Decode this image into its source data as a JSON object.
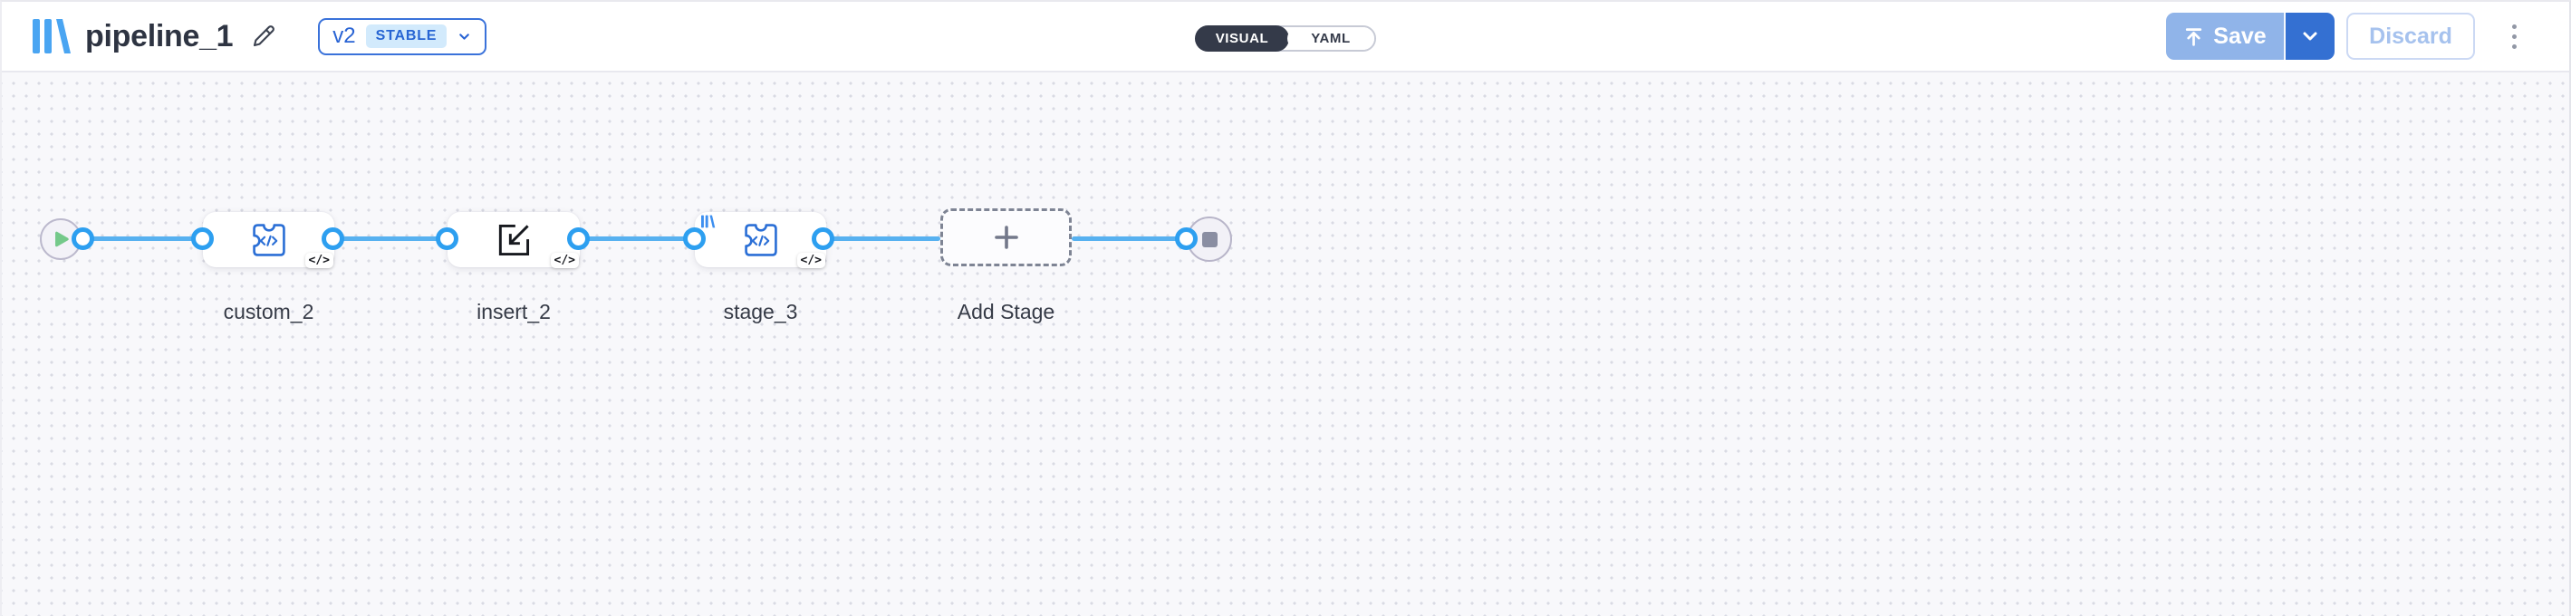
{
  "header": {
    "title": "pipeline_1",
    "version": {
      "label": "v2",
      "status": "STABLE"
    },
    "view_toggle": {
      "options": [
        "VISUAL",
        "YAML"
      ],
      "selected": "VISUAL"
    },
    "actions": {
      "save_label": "Save",
      "discard_label": "Discard"
    }
  },
  "canvas": {
    "code_chip": "</>",
    "stages": [
      {
        "label": "custom_2",
        "icon": "puzzle-code",
        "has_library_badge": false
      },
      {
        "label": "insert_2",
        "icon": "import",
        "has_library_badge": false
      },
      {
        "label": "stage_3",
        "icon": "puzzle-code",
        "has_library_badge": true
      },
      {
        "label": "Add Stage",
        "icon": "plus",
        "has_library_badge": false
      }
    ],
    "endpoints": {
      "start": "play",
      "end": "stop"
    }
  },
  "colors": {
    "edge_blue": "#57b1f0",
    "port_blue": "#2d9ff0",
    "icon_blue": "#2b6fd6",
    "logo_blue": "#4aa5f2",
    "save_disabled_blue": "#90b4e9",
    "save_caret_blue": "#3470d2",
    "play_green": "#74c98a",
    "toggle_dark": "#343a49",
    "stable_badge_bg": "#d2eafc"
  }
}
